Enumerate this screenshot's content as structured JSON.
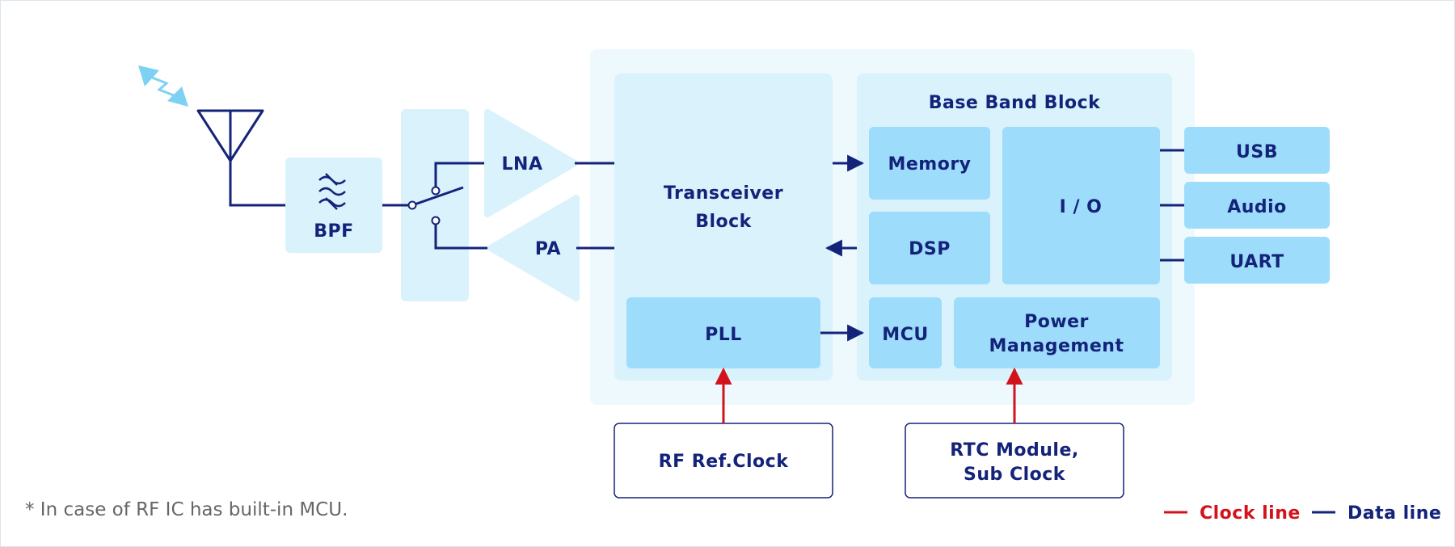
{
  "colors": {
    "data_line": "#14237a",
    "clock_line": "#d3131c",
    "outer_block": "#eef9fd",
    "inner_block": "#d9f2fc",
    "module": "#9edcfb",
    "text": "#14237a",
    "note": "#666666"
  },
  "labels": {
    "bpf": "BPF",
    "lna": "LNA",
    "pa": "PA",
    "transceiver_line1": "Transceiver",
    "transceiver_line2": "Block",
    "pll": "PLL",
    "baseband_title": "Base Band Block",
    "memory": "Memory",
    "dsp": "DSP",
    "io": "I / O",
    "mcu": "MCU",
    "power_line1": "Power",
    "power_line2": "Management",
    "usb": "USB",
    "audio": "Audio",
    "uart": "UART",
    "rf_ref_clock": "RF Ref.Clock",
    "rtc_line1": "RTC Module,",
    "rtc_line2": "Sub Clock"
  },
  "footnote": "* In case of RF IC has built-in MCU.",
  "legend": {
    "clock": "Clock line",
    "data": "Data line"
  },
  "icons": {
    "antenna": "antenna-icon",
    "wireless": "wireless-signal-icon",
    "filter": "bandpass-filter-icon",
    "switch": "rf-switch-icon"
  }
}
